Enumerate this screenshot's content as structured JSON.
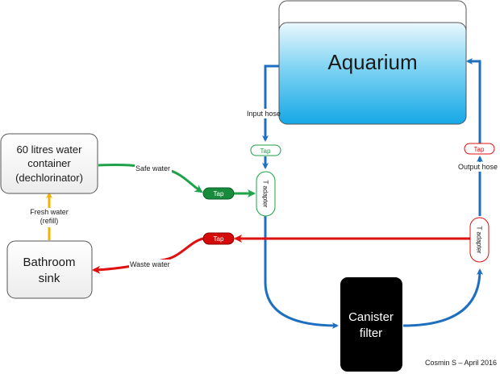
{
  "nodes": {
    "aquarium": {
      "label": "Aquarium"
    },
    "container": {
      "lines": [
        "60 litres water",
        "container",
        "(dechlorinator)"
      ]
    },
    "sink": {
      "lines": [
        "Bathroom",
        "sink"
      ]
    },
    "canister": {
      "lines": [
        "Canister",
        "filter"
      ]
    },
    "tap_input": {
      "label": "Tap"
    },
    "tap_output": {
      "label": "Tap"
    },
    "tap_safe": {
      "label": "Tap"
    },
    "tap_waste": {
      "label": "Tap"
    },
    "tadapter_left": {
      "label": "T adapter"
    },
    "tadapter_right": {
      "label": "T adapter"
    }
  },
  "edges": {
    "input_hose": "Input hose",
    "output_hose": "Output hose",
    "safe_water": "Safe water",
    "fresh_water": [
      "Fresh water",
      "(refill)"
    ],
    "waste_water": "Waste water"
  },
  "colors": {
    "hose_blue": "#1f6fc0",
    "safe_green": "#1ea24a",
    "waste_red": "#e01010",
    "refill_yellow": "#f2b400",
    "aquarium_top": "#e8f7fd",
    "aquarium_bottom": "#16a9e6",
    "canister_fill": "#000000"
  },
  "credit": "Cosmin S – April 2016"
}
